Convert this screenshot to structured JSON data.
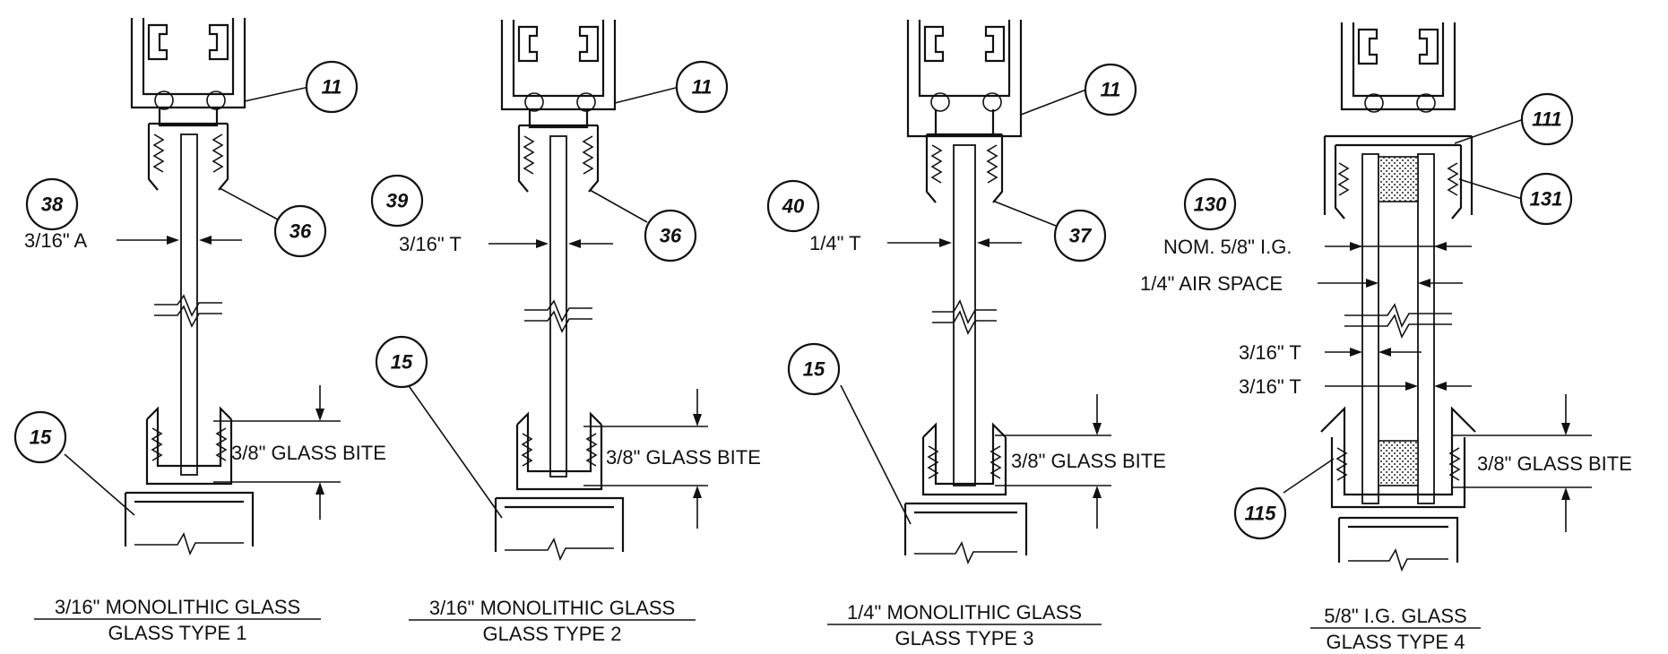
{
  "sections": [
    {
      "id": "type1",
      "head_callout": "11",
      "gasket_callout": "36",
      "sill_callout": "15",
      "ref_callout": "38",
      "thickness_label": "3/16\" A",
      "bite_label": "3/8\" GLASS BITE",
      "title_line1": "3/16\" MONOLITHIC GLASS",
      "title_line2": "GLASS TYPE 1"
    },
    {
      "id": "type2",
      "head_callout": "11",
      "gasket_callout": "36",
      "sill_callout": "15",
      "ref_callout": "39",
      "thickness_label": "3/16\" T",
      "bite_label": "3/8\" GLASS BITE",
      "title_line1": "3/16\" MONOLITHIC GLASS",
      "title_line2": "GLASS TYPE 2"
    },
    {
      "id": "type3",
      "head_callout": "11",
      "gasket_callout": "37",
      "sill_callout": "15",
      "ref_callout": "40",
      "thickness_label": "1/4\" T",
      "bite_label": "3/8\" GLASS BITE",
      "title_line1": "1/4\" MONOLITHIC GLASS",
      "title_line2": "GLASS TYPE 3"
    },
    {
      "id": "type4",
      "head_callout": "111",
      "gasket_callout": "131",
      "sill_callout": "115",
      "ref_callout": "130",
      "ig_label": "NOM. 5/8\" I.G.",
      "air_label": "1/4\" AIR SPACE",
      "lite1_label": "3/16\" T",
      "lite2_label": "3/16\" T",
      "bite_label": "3/8\" GLASS BITE",
      "title_line1": "5/8\" I.G. GLASS",
      "title_line2": "GLASS TYPE 4"
    }
  ]
}
